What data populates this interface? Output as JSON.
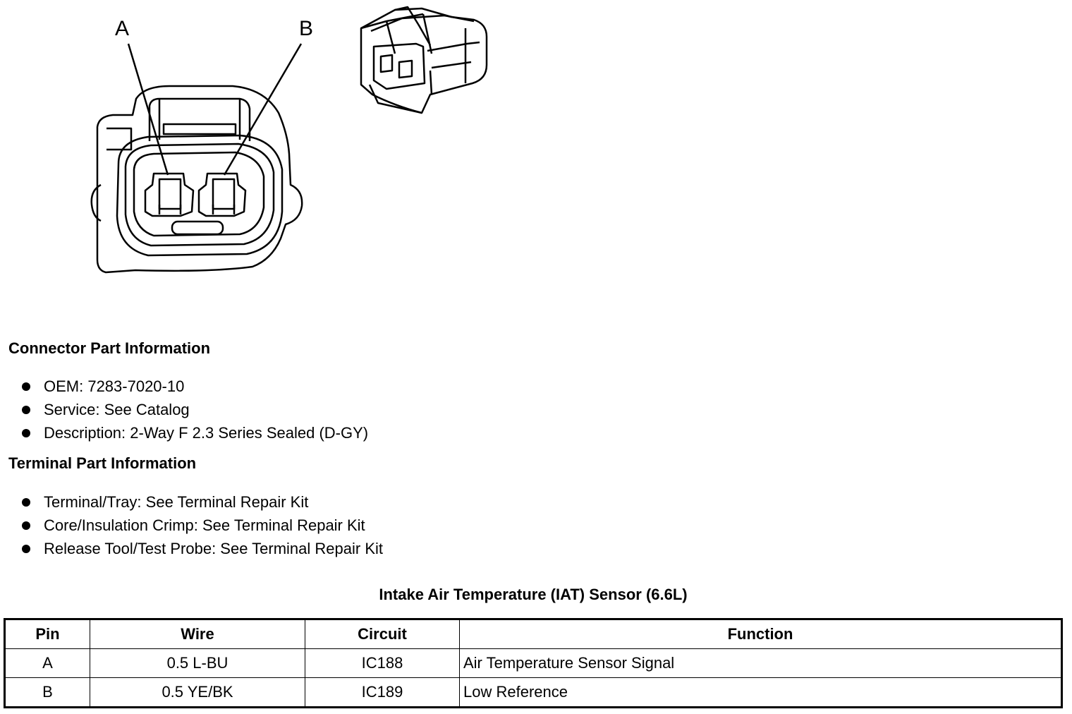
{
  "figure": {
    "pin_labels": [
      "A",
      "B"
    ]
  },
  "connector_part_info": {
    "heading": "Connector Part Information",
    "items": [
      "OEM: 7283-7020-10",
      "Service: See Catalog",
      "Description: 2-Way F 2.3 Series Sealed (D-GY)"
    ]
  },
  "terminal_part_info": {
    "heading": "Terminal Part Information",
    "items": [
      "Terminal/Tray: See Terminal Repair Kit",
      "Core/Insulation Crimp: See Terminal Repair Kit",
      "Release Tool/Test Probe: See Terminal Repair Kit"
    ]
  },
  "table": {
    "title": "Intake Air Temperature (IAT) Sensor (6.6L)",
    "headers": [
      "Pin",
      "Wire",
      "Circuit",
      "Function"
    ],
    "rows": [
      [
        "A",
        "0.5 L-BU",
        "IC188",
        "Air Temperature Sensor Signal"
      ],
      [
        "B",
        "0.5 YE/BK",
        "IC189",
        "Low Reference"
      ]
    ]
  }
}
